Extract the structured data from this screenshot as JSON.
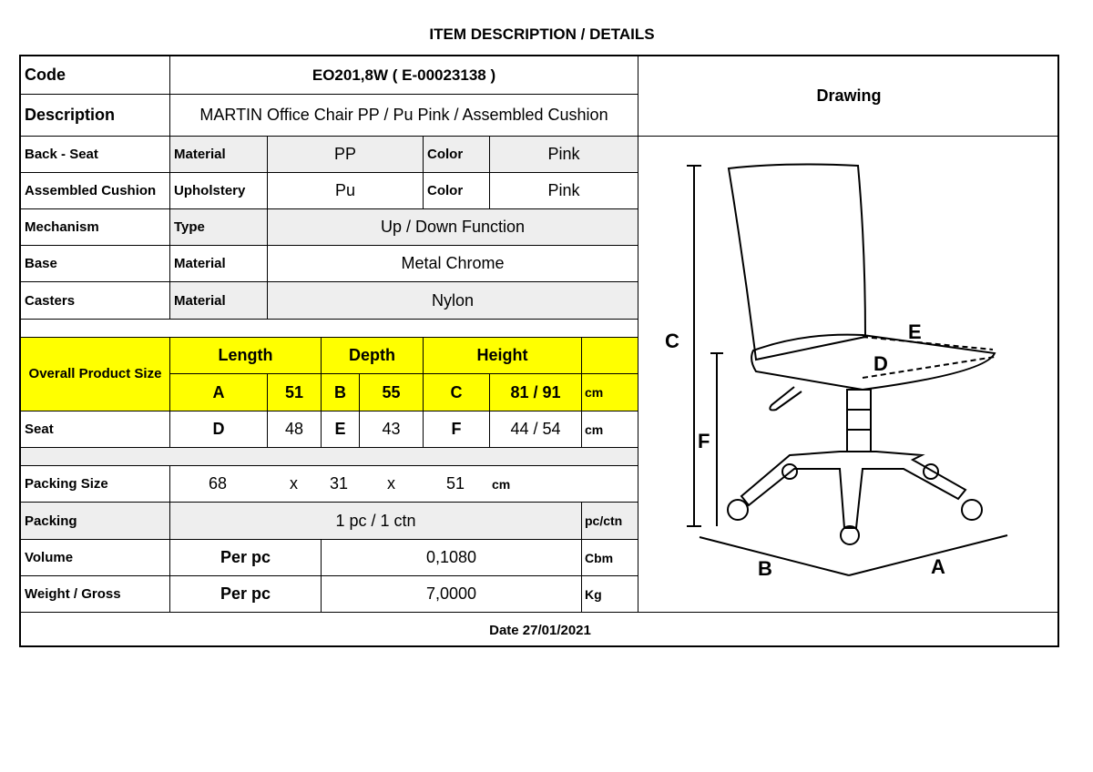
{
  "page_title": "ITEM DESCRIPTION / DETAILS",
  "code": {
    "label": "Code",
    "value": "EO201,8W  ( E-00023138 )"
  },
  "description": {
    "label": "Description",
    "value": "MARTIN Office Chair PP / Pu Pink    / Assembled Cushion"
  },
  "drawing_label": "Drawing",
  "back_seat": {
    "label": "Back - Seat",
    "attr": "Material",
    "value": "PP",
    "color_label": "Color",
    "color": "Pink"
  },
  "cushion": {
    "label": "Assembled Cushion",
    "attr": "Upholstery",
    "value": "Pu",
    "color_label": "Color",
    "color": "Pink"
  },
  "mechanism": {
    "label": "Mechanism",
    "attr": "Type",
    "value": "Up / Down Function"
  },
  "base": {
    "label": "Base",
    "attr": "Material",
    "value": "Metal Chrome"
  },
  "casters": {
    "label": "Casters",
    "attr": "Material",
    "value": "Nylon"
  },
  "overall": {
    "label": "Overall Product Size",
    "length_label": "Length",
    "depth_label": "Depth",
    "height_label": "Height",
    "a_label": "A",
    "a_value": "51",
    "b_label": "B",
    "b_value": "55",
    "c_label": "C",
    "c_value": "81 / 91",
    "unit": "cm"
  },
  "seat": {
    "label": "Seat",
    "d_label": "D",
    "d_value": "48",
    "e_label": "E",
    "e_value": "43",
    "f_label": "F",
    "f_value": "44 / 54",
    "unit": "cm"
  },
  "packing_size": {
    "label": "Packing Size",
    "l": "68",
    "x1": "x",
    "w": "31",
    "x2": "x",
    "h": "51",
    "unit": "cm"
  },
  "packing": {
    "label": "Packing",
    "value": "1 pc / 1 ctn",
    "unit": "pc/ctn"
  },
  "volume": {
    "label": "Volume",
    "per": "Per pc",
    "value": "0,1080",
    "unit": "Cbm"
  },
  "weight": {
    "label": "Weight / Gross",
    "per": "Per pc",
    "value": "7,0000",
    "unit": "Kg"
  },
  "date": "Date 27/01/2021",
  "drawing_letters": {
    "a": "A",
    "b": "B",
    "c": "C",
    "d": "D",
    "e": "E",
    "f": "F"
  },
  "colors": {
    "highlight": "#ffff00",
    "row_shade": "#eeeeee",
    "line": "#000000"
  }
}
